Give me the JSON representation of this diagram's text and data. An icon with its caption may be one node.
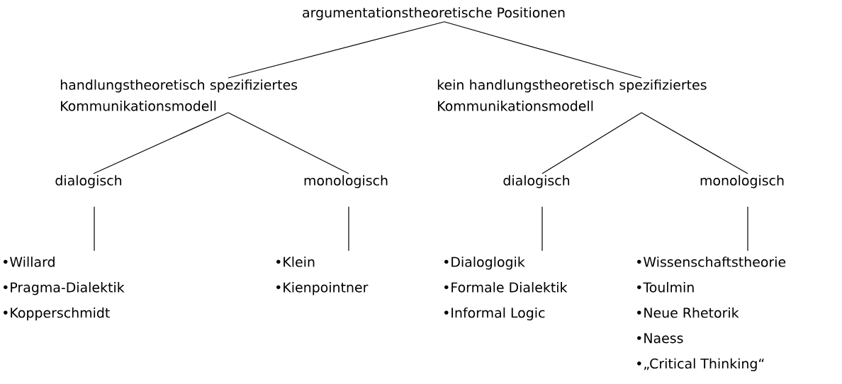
{
  "diagram": {
    "nodes": [
      {
        "text": [
          "argumentationstheoretische Positionen"
        ]
      },
      {
        "text": [
          "handlungstheoretisch spezifiziertes Kommunikationsmodell"
        ]
      },
      {
        "text": [
          "kein handlungstheoretisch spezifiziertes Kommunikationsmodell"
        ]
      },
      {
        "text": [
          "dialogisch"
        ]
      },
      {
        "text": [
          "monologisch"
        ]
      },
      {
        "text": [
          "dialogisch"
        ]
      },
      {
        "text": [
          "monologisch"
        ]
      },
      {
        "text": [
          "•Willard",
          "•Pragma-Dialektik",
          "•Kopperschmidt"
        ]
      },
      {
        "text": [
          "•Klein",
          "•Kienpointner"
        ]
      },
      {
        "text": [
          "•Dialoglogik",
          "•Formale Dialektik",
          "•Informal Logic"
        ]
      },
      {
        "text": [
          "•Wissenschaftstheorie",
          "•Toulmin",
          "•Neue Rhetorik",
          "•Naess",
          "•„Critical Thinking“"
        ]
      }
    ],
    "edges": [
      {
        "from": 0,
        "to": 1,
        "arrow": "none"
      },
      {
        "from": 0,
        "to": 2,
        "arrow": "none"
      },
      {
        "from": 1,
        "to": 3,
        "arrow": "none"
      },
      {
        "from": 1,
        "to": 4,
        "arrow": "none"
      },
      {
        "from": 2,
        "to": 5,
        "arrow": "none"
      },
      {
        "from": 2,
        "to": 6,
        "arrow": "none"
      },
      {
        "from": 3,
        "to": 7,
        "arrow": "none"
      },
      {
        "from": 4,
        "to": 8,
        "arrow": "none"
      },
      {
        "from": 5,
        "to": 9,
        "arrow": "none"
      },
      {
        "from": 6,
        "to": 10,
        "arrow": "none"
      }
    ]
  }
}
